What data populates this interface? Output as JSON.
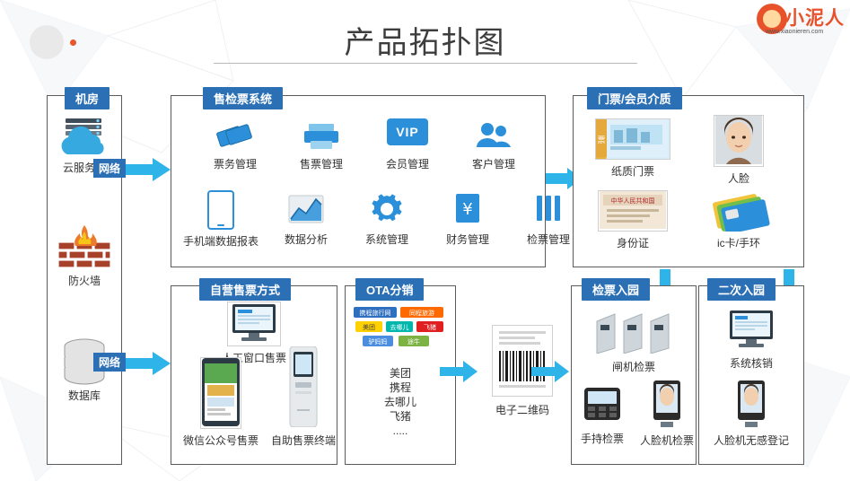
{
  "header": {
    "title": "产品拓扑图",
    "logo_text": "小泥人",
    "logo_url": "www.xiaonieren.com"
  },
  "sections": {
    "server_room": {
      "label": "机房"
    },
    "ticket_system": {
      "label": "售检票系统"
    },
    "ticket_media": {
      "label": "门票/会员介质"
    },
    "self_sales": {
      "label": "自营售票方式"
    },
    "ota": {
      "label": "OTA分销"
    },
    "entry_check": {
      "label": "检票入园"
    },
    "second_entry": {
      "label": "二次入园"
    }
  },
  "server_room_nodes": [
    {
      "name": "cloud-server",
      "label": "云服务器"
    },
    {
      "name": "firewall",
      "label": "防火墙"
    },
    {
      "name": "database",
      "label": "数据库"
    }
  ],
  "network_labels": [
    "网络",
    "网络"
  ],
  "ticket_system_row1": [
    {
      "name": "ticket-business",
      "label": "票务管理",
      "icon": "tickets-icon"
    },
    {
      "name": "ticket-selling",
      "label": "售票管理",
      "icon": "printer-icon"
    },
    {
      "name": "member",
      "label": "会员管理",
      "icon": "vip-icon"
    },
    {
      "name": "customer",
      "label": "客户管理",
      "icon": "users-icon"
    }
  ],
  "ticket_system_row2": [
    {
      "name": "mobile-report",
      "label": "手机端数据报表",
      "icon": "phone-icon"
    },
    {
      "name": "data-analysis",
      "label": "数据分析",
      "icon": "chart-icon"
    },
    {
      "name": "system-admin",
      "label": "系统管理",
      "icon": "gear-icon"
    },
    {
      "name": "finance",
      "label": "财务管理",
      "icon": "yuan-icon"
    },
    {
      "name": "check-admin",
      "label": "检票管理",
      "icon": "bars-icon"
    }
  ],
  "media_nodes": [
    {
      "name": "paper-ticket",
      "label": "纸质门票"
    },
    {
      "name": "face",
      "label": "人脸"
    },
    {
      "name": "id-card",
      "label": "身份证"
    },
    {
      "name": "ic-card",
      "label": "ic卡/手环"
    }
  ],
  "self_sales_nodes": [
    {
      "name": "manual-window",
      "label": "人工窗口售票"
    },
    {
      "name": "wechat-official",
      "label": "微信公众号售票"
    },
    {
      "name": "self-kiosk",
      "label": "自助售票终端"
    }
  ],
  "ota": {
    "brands_alt": "OTA平台LOGO集合",
    "list": [
      "美团",
      "携程",
      "去哪儿",
      "飞猪",
      "....."
    ]
  },
  "qrcode": {
    "label": "电子二维码"
  },
  "entry_check_nodes": [
    {
      "name": "gate-check",
      "label": "闸机检票"
    },
    {
      "name": "handheld-check",
      "label": "手持检票"
    },
    {
      "name": "face-machine-check",
      "label": "人脸机检票"
    }
  ],
  "second_entry_nodes": [
    {
      "name": "system-verify",
      "label": "系统核销"
    },
    {
      "name": "face-free-register",
      "label": "人脸机无感登记"
    }
  ],
  "colors": {
    "accent_blue": "#2b6fb5",
    "arrow_blue": "#2fb4e9",
    "orange": "#e8522b",
    "border": "#5b5b5b"
  }
}
